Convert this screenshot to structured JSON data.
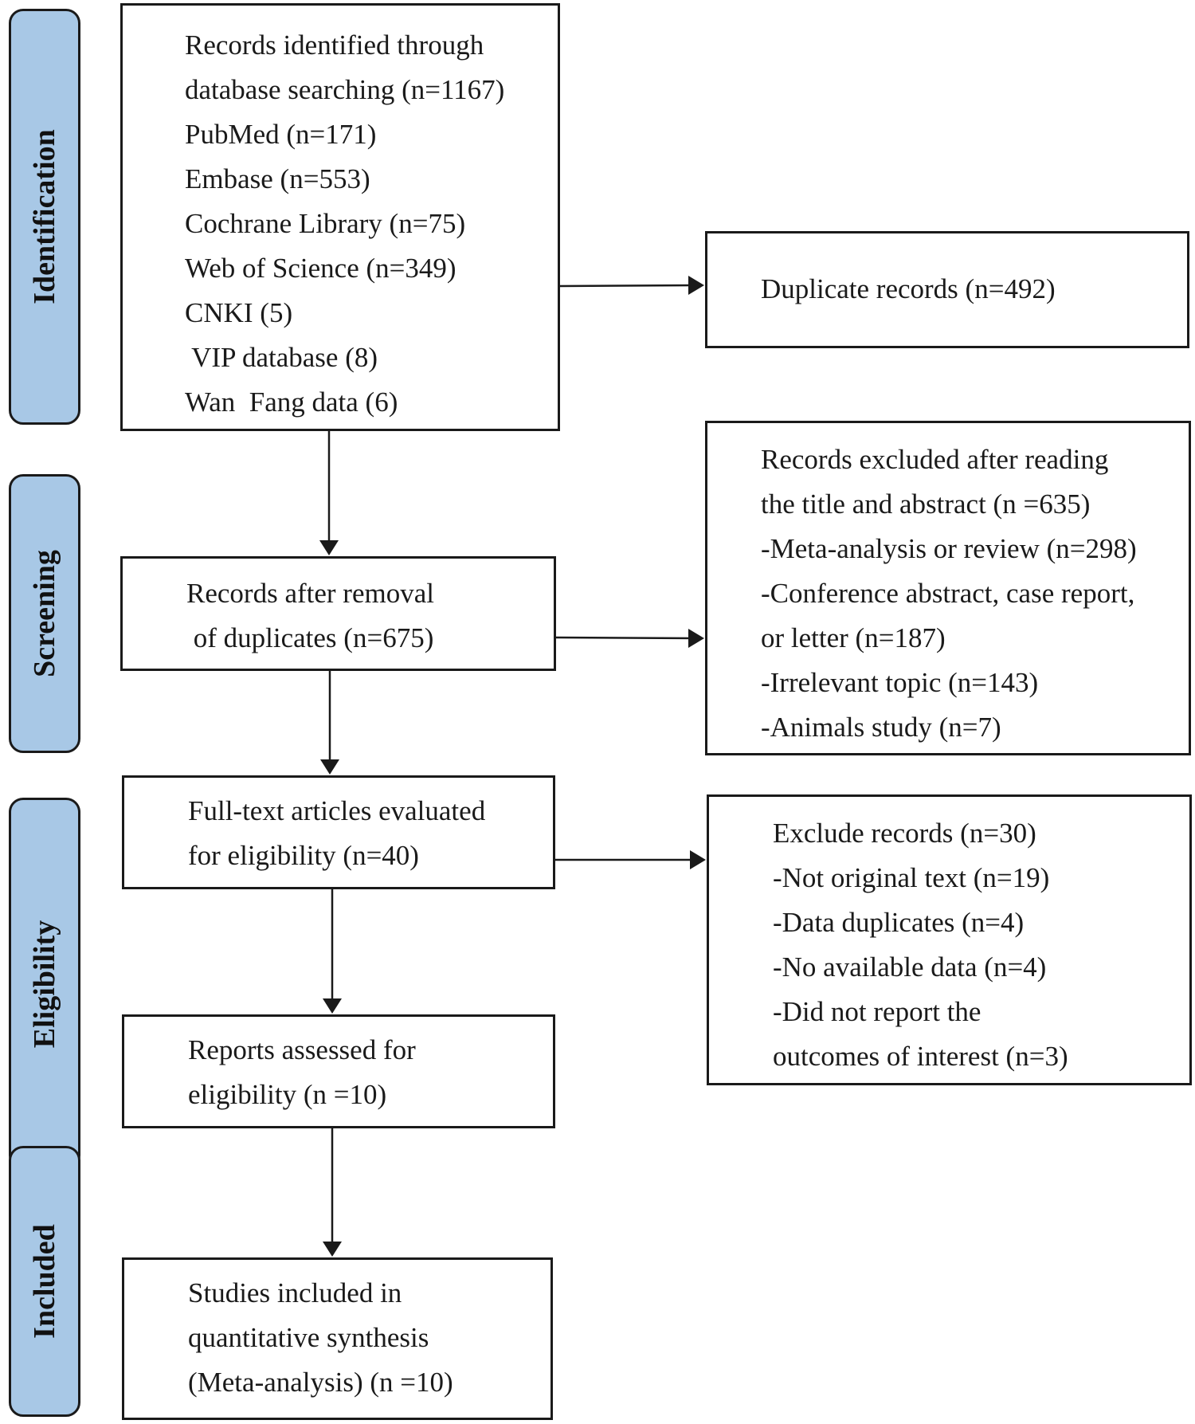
{
  "phases": {
    "identification": "Identification",
    "screening": "Screening",
    "eligibility": "Eligibility",
    "included": "Included"
  },
  "boxes": {
    "records_identified": [
      "Records identified through",
      "database searching (n=1167)",
      "PubMed (n=171)",
      "Embase (n=553)",
      "Cochrane Library (n=75)",
      "Web of Science (n=349)",
      "CNKI (5)",
      " VIP database (8)",
      "Wan  Fang data (6)"
    ],
    "duplicate_records": [
      "Duplicate records (n=492)"
    ],
    "after_removal": [
      "Records after removal",
      " of duplicates (n=675)"
    ],
    "excluded_title_abstract": [
      "Records excluded after reading",
      "the title and abstract (n =635)",
      "-Meta-analysis or review (n=298)",
      "-Conference abstract, case report,",
      "or letter (n=187)",
      "-Irrelevant topic (n=143)",
      "-Animals study (n=7)"
    ],
    "full_text": [
      "Full-text articles evaluated",
      "for eligibility (n=40)"
    ],
    "excluded_full_text": [
      "Exclude records (n=30)",
      "-Not original text (n=19)",
      "-Data duplicates (n=4)",
      "-No available data (n=4)",
      "-Did not report the",
      "outcomes of interest (n=3)"
    ],
    "reports_assessed": [
      "Reports assessed for",
      "eligibility (n =10)"
    ],
    "studies_included": [
      "Studies included in",
      "quantitative synthesis",
      "(Meta-analysis) (n =10)"
    ]
  },
  "colors": {
    "phase_fill": "#a8c8e6",
    "stroke": "#1a1a1a"
  }
}
